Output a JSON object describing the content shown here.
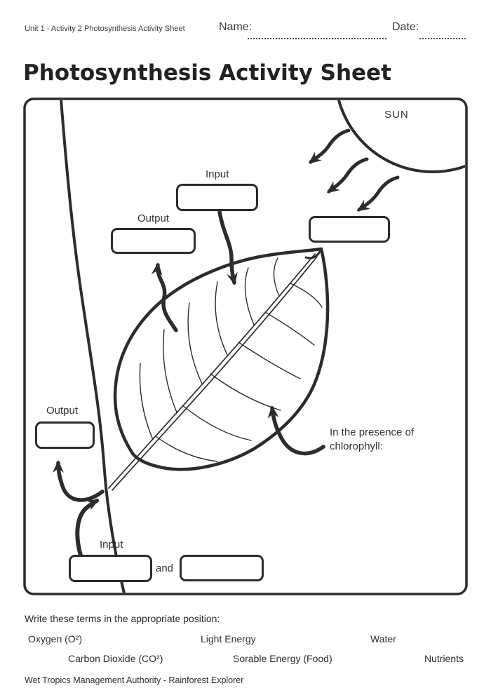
{
  "header": {
    "unit_line": "Unit 1 - Activity 2 Photosynthesis Activity Sheet",
    "name_label": "Name:",
    "date_label": "Date:"
  },
  "title": "Photosynthesis Activity Sheet",
  "diagram": {
    "sun_label": "SUN",
    "labels": {
      "top_input": "Input",
      "top_output": "Output",
      "left_output": "Output",
      "bottom_input": "Input",
      "and": "and"
    },
    "note": {
      "line1": "In the presence of",
      "line2": "chlorophyll:"
    }
  },
  "terms": {
    "instruction": "Write these terms in the appropriate position:",
    "row1": [
      "Oxygen (O²)",
      "Light Energy",
      "Water"
    ],
    "row2": [
      "Carbon Dioxide (CO²)",
      "Sorable Energy (Food)",
      "Nutrients"
    ]
  },
  "footer": "Wet Tropics Management Authority - Rainforest Explorer",
  "colors": {
    "ink": "#2a2d2d",
    "text": "#333333"
  }
}
